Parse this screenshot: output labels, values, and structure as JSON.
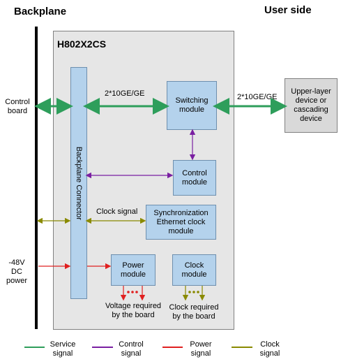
{
  "titles": {
    "backplane": "Backplane",
    "user_side": "User side",
    "board": "H802X2CS"
  },
  "labels": {
    "control_board": "Control\nboard",
    "left_bw": "2*10GE/GE",
    "right_bw": "2*10GE/GE",
    "clock_signal": "Clock signal",
    "power_input": "-48V\nDC\npower",
    "voltage_required": "Voltage required\nby the board",
    "clock_required": "Clock required\nby the board"
  },
  "boxes": {
    "backplane_connector": "Backplane Connector",
    "switching": "Switching\nmodule",
    "control": "Control\nmodule",
    "sync_clock": "Synchronization\nEthernet clock\nmodule",
    "power": "Power\nmodule",
    "clock": "Clock\nmodule",
    "upper_layer": "Upper-layer\ndevice or\ncascading\ndevice"
  },
  "legend": [
    {
      "label": "Service\nsignal",
      "color": "#2e9e5b"
    },
    {
      "label": "Control\nsignal",
      "color": "#7a1fa2"
    },
    {
      "label": "Power\nsignal",
      "color": "#e02020"
    },
    {
      "label": "Clock\nsignal",
      "color": "#8a8a00"
    }
  ],
  "colors": {
    "service": "#2e9e5b",
    "control": "#7a1fa2",
    "power": "#e02020",
    "clock": "#8a8a00"
  }
}
